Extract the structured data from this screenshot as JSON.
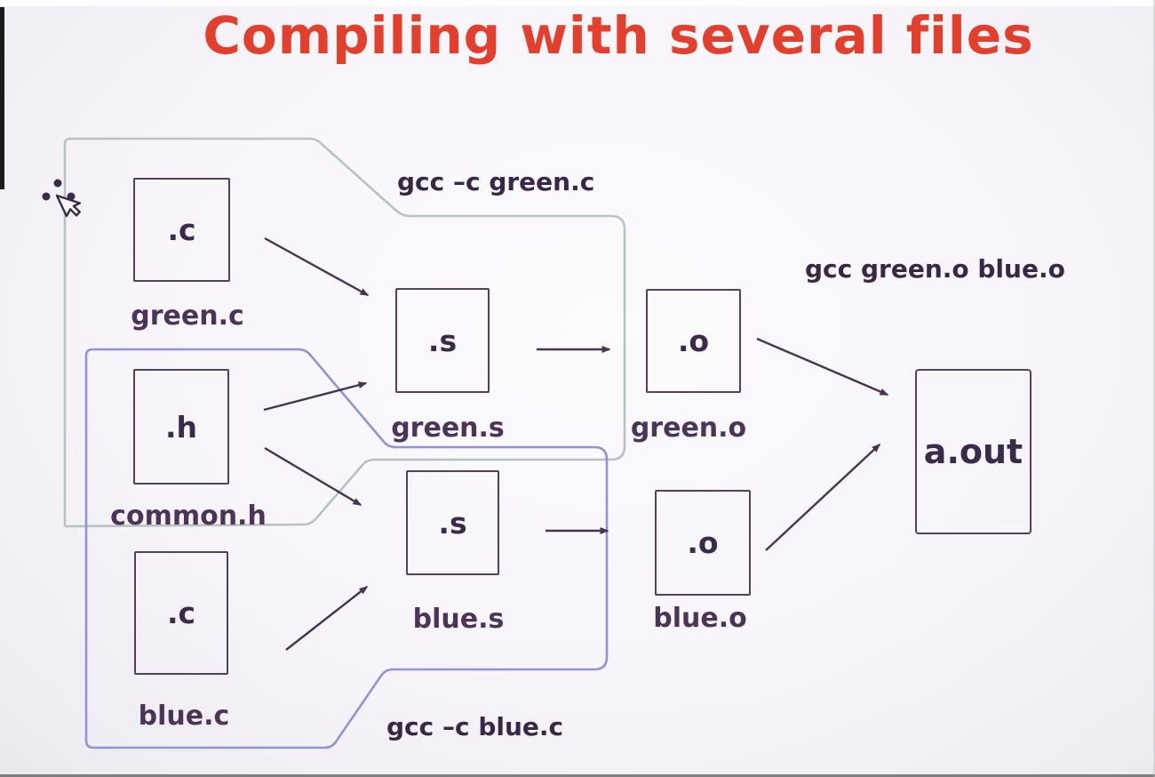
{
  "title": "Compiling with several files",
  "commands": {
    "compile_green": "gcc –c green.c",
    "compile_blue": "gcc –c blue.c",
    "link": "gcc green.o blue.o"
  },
  "nodes": {
    "green_c": {
      "box": ".c",
      "label": "green.c"
    },
    "common_h": {
      "box": ".h",
      "label": "common.h"
    },
    "blue_c": {
      "box": ".c",
      "label": "blue.c"
    },
    "green_s": {
      "box": ".s",
      "label": "green.s"
    },
    "blue_s": {
      "box": ".s",
      "label": "blue.s"
    },
    "green_o": {
      "box": ".o",
      "label": "green.o"
    },
    "blue_o": {
      "box": ".o",
      "label": "blue.o"
    },
    "aout": {
      "box": "a.out"
    }
  },
  "icons": {
    "cursor": "mouse-pointer-with-activity-dots"
  },
  "colors": {
    "title_red": "#e2402c",
    "diagram_ink": "#3b2a49",
    "arrow": "#473453",
    "group_outline_green": "#b7c3c1",
    "group_outline_blue": "#9193d4"
  }
}
